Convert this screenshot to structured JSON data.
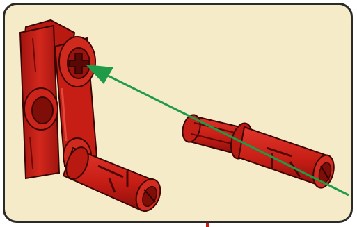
{
  "illustration": {
    "background_color": "#f6ebc8",
    "frame_color": "#2a2a2a",
    "part_color": "#c61d15",
    "part_shadow_color": "#8e0f0b",
    "outline_color": "#3a0603",
    "arrow_color": "#1f9a47",
    "parts": [
      "axle-joiner-perpendicular",
      "pin-installed",
      "pin-loose"
    ],
    "arrow_icon": "insert-direction-arrow"
  }
}
